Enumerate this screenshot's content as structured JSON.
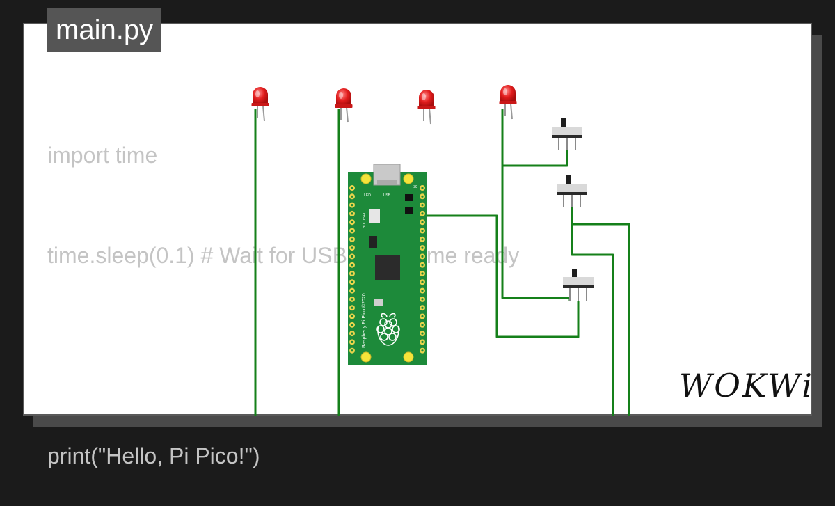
{
  "tab": {
    "title": "main.py"
  },
  "code": {
    "lines": [
      "import time",
      "time.sleep(0.1) # Wait for USB to become ready",
      "",
      "print(\"Hello, Pi Pico!\")"
    ]
  },
  "board": {
    "name": "Raspberry Pi Pico ©2020",
    "label_led": "LED",
    "label_usb": "USB",
    "label_bootsel": "BOOTSEL",
    "label_pin": "39"
  },
  "logo": {
    "text": "WOKWi"
  },
  "colors": {
    "wire": "#15801a",
    "board": "#1d8a3a",
    "led": "#e21d1d",
    "pad": "#e9d44c"
  },
  "icons": [
    "led-icon",
    "slide-switch-icon",
    "raspberry-logo-icon"
  ]
}
